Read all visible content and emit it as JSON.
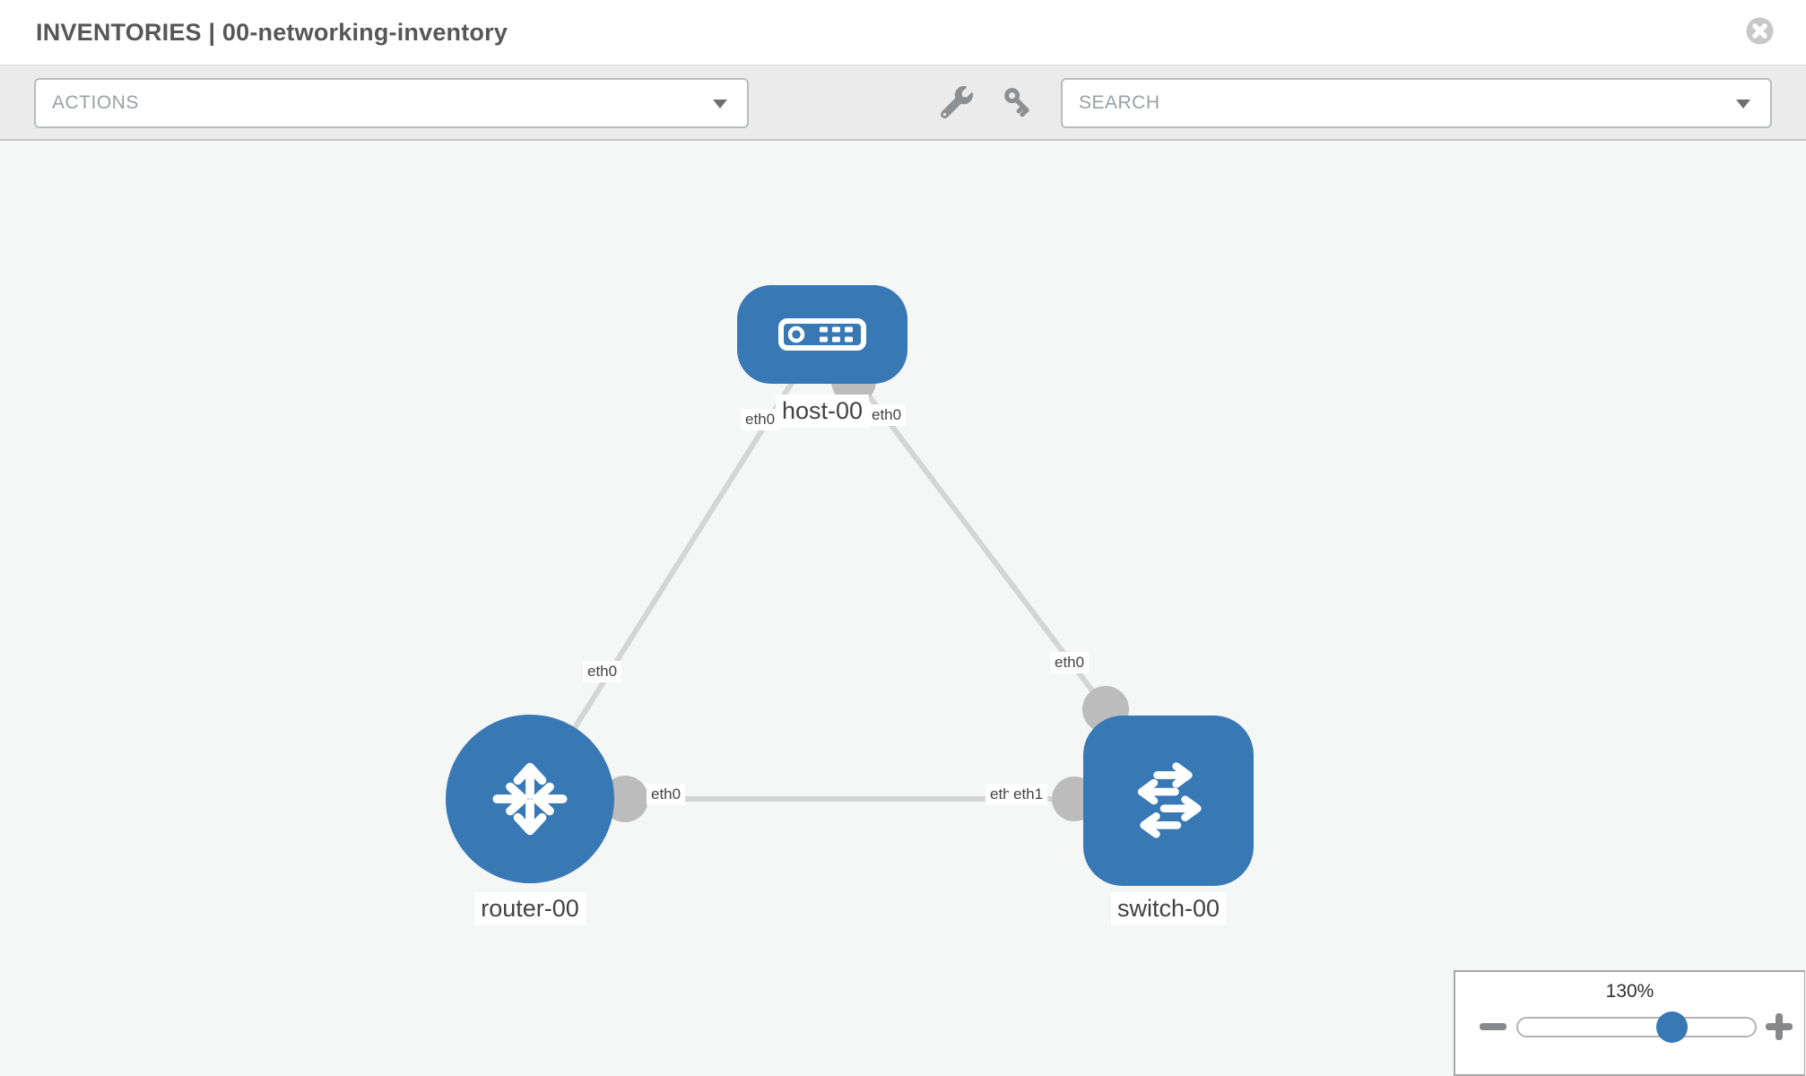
{
  "header": {
    "title": "INVENTORIES | 00-networking-inventory"
  },
  "toolbar": {
    "actions": {
      "label": "ACTIONS"
    },
    "search": {
      "label": "SEARCH"
    },
    "icons": [
      "wrench",
      "key"
    ]
  },
  "topology": {
    "nodes": [
      {
        "label": "host-00",
        "type": "host"
      },
      {
        "label": "router-00",
        "type": "router"
      },
      {
        "label": "switch-00",
        "type": "switch"
      }
    ],
    "links": [
      {
        "from": "host-00",
        "to": "router-00",
        "from_if": "eth0",
        "to_if": "eth0"
      },
      {
        "from": "host-00",
        "to": "switch-00",
        "from_if": "eth0",
        "to_if": "eth0"
      },
      {
        "from": "router-00",
        "to": "switch-00",
        "from_if": "eth0",
        "to_if": "eth1",
        "to_if_overlap": "eth0"
      }
    ]
  },
  "zoom_control": {
    "value": "130%"
  },
  "colors": {
    "node_blue": "#3879b5",
    "interface_gray": "#bcbcbc",
    "link_gray": "#d5d5d5",
    "toolbar_bg": "#ebebeb",
    "canvas_bg": "#f5f6f6"
  }
}
